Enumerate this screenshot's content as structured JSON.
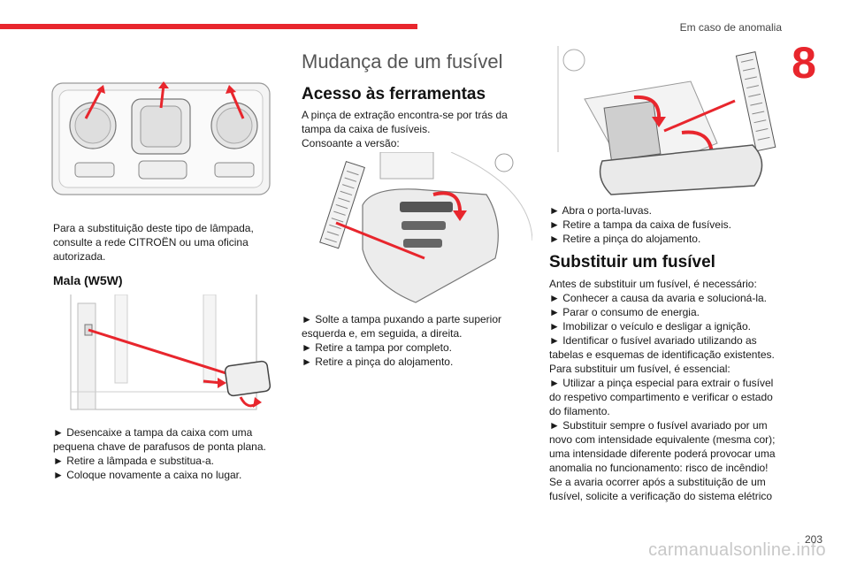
{
  "header": {
    "section": "Em caso de anomalia",
    "chapter_number": "8",
    "page_number": "203"
  },
  "watermark": "carmanualsonline.info",
  "left_column": {
    "lamp_note": "Para a substituição deste tipo de lâmpada, consulte a rede CITROËN ou uma oficina autorizada.",
    "heading": "Mala (W5W)",
    "steps": [
      "► Desencaixe a tampa da caixa com uma pequena chave de parafusos de ponta plana.",
      "► Retire a lâmpada e substitua-a.",
      "► Coloque novamente a caixa no lugar."
    ]
  },
  "middle_column": {
    "title": "Mudança de um fusível",
    "heading": "Acesso às ferramentas",
    "intro": "A pinça de extração encontra-se por trás da tampa da caixa de fusíveis.",
    "intro2": "Consoante a versão:",
    "steps": [
      "► Solte a tampa puxando a parte superior esquerda e, em seguida, a direita.",
      "► Retire a tampa por completo.",
      "► Retire a pinça do alojamento."
    ]
  },
  "right_column": {
    "steps": [
      "► Abra o porta-luvas.",
      "► Retire a tampa da caixa de fusíveis.",
      "► Retire a pinça do alojamento."
    ],
    "heading": "Substituir um fusível",
    "lines": [
      "Antes de substituir um fusível, é necessário:",
      "► Conhecer a causa da avaria e solucioná-la.",
      "► Parar o consumo de energia.",
      "► Imobilizar o veículo e desligar a ignição.",
      "► Identificar o fusível avariado utilizando as tabelas e esquemas de identificação existentes.",
      "Para substituir um fusível, é essencial:",
      "► Utilizar a pinça especial para extrair o fusível do respetivo compartimento e verificar o estado do filamento.",
      "► Substituir sempre o fusível avariado por um novo com intensidade equivalente (mesma cor); uma intensidade diferente poderá provocar uma anomalia no funcionamento: risco de incêndio!",
      "Se a avaria ocorrer após a substituição de um fusível, solicite a verificação do sistema elétrico"
    ]
  },
  "colors": {
    "accent": "#e8262d",
    "line": "#888888"
  }
}
